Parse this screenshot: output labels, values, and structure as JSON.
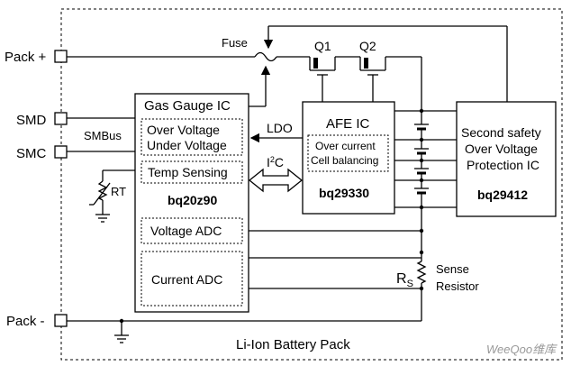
{
  "terminals": {
    "pack_plus": "Pack +",
    "smd": "SMD",
    "smc": "SMC",
    "pack_minus": "Pack -"
  },
  "labels": {
    "fuse": "Fuse",
    "q1": "Q1",
    "q2": "Q2",
    "smbus": "SMBus",
    "rt": "RT",
    "ldo": "LDO",
    "i2c_main": "I",
    "i2c_sup": "2",
    "i2c_tail": "C",
    "rs_main": "R",
    "rs_sub": "S",
    "sense_line1": "Sense",
    "sense_line2": "Resistor",
    "pack_caption": "Li-Ion Battery Pack",
    "watermark": "WeeQoo维库"
  },
  "gas_gauge": {
    "title": "Gas Gauge IC",
    "ov_line1": "Over Voltage",
    "ov_line2": "Under Voltage",
    "temp": "Temp Sensing",
    "part": "bq20z90",
    "vadc": "Voltage ADC",
    "iadc": "Current ADC"
  },
  "afe": {
    "title": "AFE IC",
    "oc_line1": "Over current",
    "oc_line2": "Cell balancing",
    "part": "bq29330"
  },
  "second_safety": {
    "line1": "Second safety",
    "line2": "Over Voltage",
    "line3": "Protection IC",
    "part": "bq29412"
  }
}
